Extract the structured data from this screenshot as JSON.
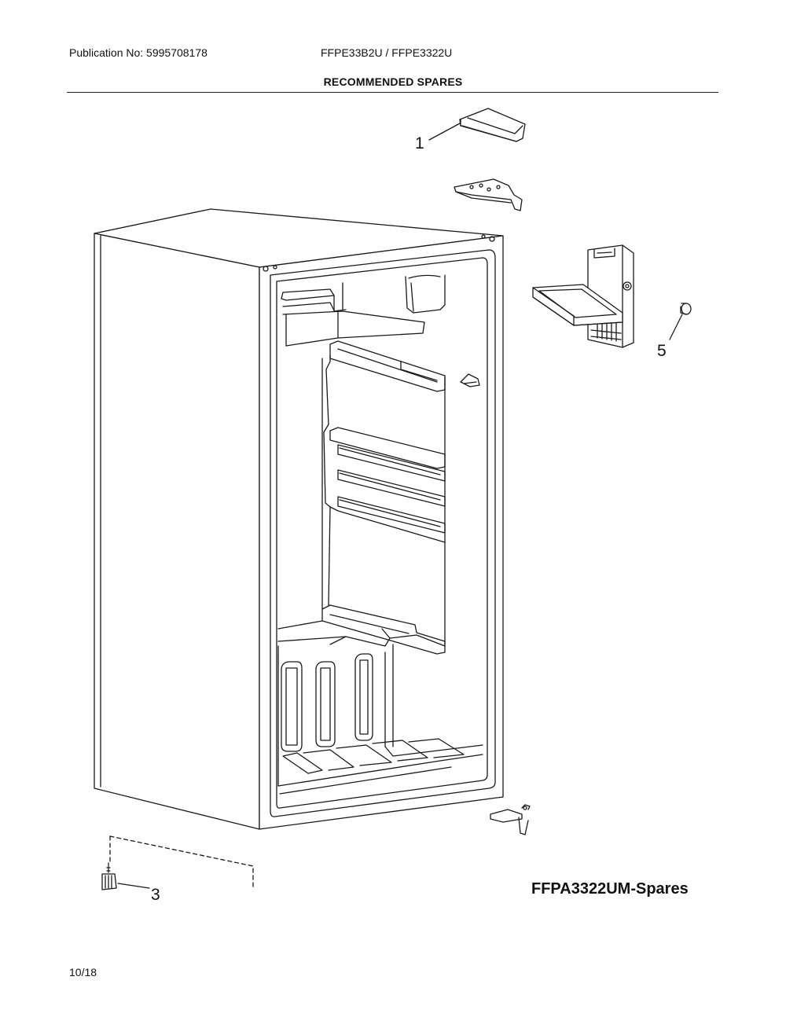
{
  "header": {
    "publication_label": "Publication No: 5995708178",
    "models": "FFPE33B2U / FFPE3322U",
    "section_title": "RECOMMENDED SPARES"
  },
  "callouts": [
    "1",
    "5",
    "3"
  ],
  "diagram_id": "FFPA3322UM-Spares",
  "footer": {
    "date_code": "10/18"
  },
  "colors": {
    "line": "#1a1a1a",
    "background": "#ffffff"
  }
}
